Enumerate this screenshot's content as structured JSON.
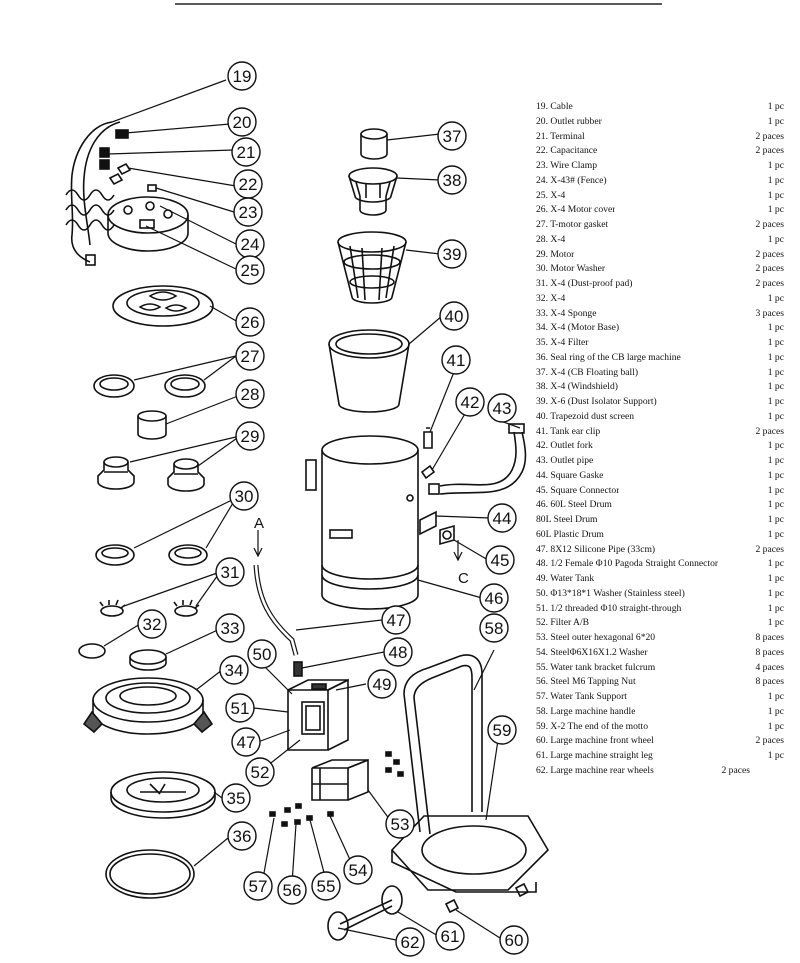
{
  "callouts": [
    "19",
    "20",
    "21",
    "22",
    "23",
    "24",
    "25",
    "26",
    "27",
    "28",
    "29",
    "30",
    "31",
    "32",
    "33",
    "34",
    "35",
    "36",
    "37",
    "38",
    "39",
    "40",
    "41",
    "42",
    "43",
    "44",
    "45",
    "46",
    "47",
    "48",
    "49",
    "50",
    "51",
    "47",
    "52",
    "53",
    "54",
    "55",
    "56",
    "57",
    "58",
    "59",
    "60",
    "61",
    "62"
  ],
  "flow_labels": {
    "a": "A",
    "c": "C"
  },
  "parts": [
    {
      "desc": "19. Cable",
      "qty": "1 pc"
    },
    {
      "desc": "20. Outlet rubber",
      "qty": "1 pc"
    },
    {
      "desc": "21. Terminal",
      "qty": "2 paces"
    },
    {
      "desc": "22. Capacitance",
      "qty": "2 paces"
    },
    {
      "desc": "23. Wire Clamp",
      "qty": "1 pc"
    },
    {
      "desc": "24. X-43# (Fence)",
      "qty": "1 pc"
    },
    {
      "desc": "25. X-4",
      "qty": "1 pc"
    },
    {
      "desc": "26. X-4 Motor cover",
      "qty": "1 pc"
    },
    {
      "desc": "27. T-motor gasket",
      "qty": "2 paces"
    },
    {
      "desc": "28. X-4",
      "qty": "1 pc"
    },
    {
      "desc": "29. Motor",
      "qty": "2 paces"
    },
    {
      "desc": "30. Motor Washer",
      "qty": "2 paces"
    },
    {
      "desc": "31. X-4 (Dust-proof pad)",
      "qty": "2 paces"
    },
    {
      "desc": "32. X-4",
      "qty": "1 pc"
    },
    {
      "desc": "33. X-4 Sponge",
      "qty": "3 paces"
    },
    {
      "desc": "34. X-4 (Motor Base)",
      "qty": "1 pc"
    },
    {
      "desc": "35. X-4 Filter",
      "qty": "1 pc"
    },
    {
      "desc": "36. Seal ring of the CB large machine",
      "qty": "1 pc"
    },
    {
      "desc": "37. X-4 (CB Floating ball)",
      "qty": "1 pc"
    },
    {
      "desc": "38. X-4 (Windshield)",
      "qty": "1 pc"
    },
    {
      "desc": "39. X-6 (Dust Isolator Support)",
      "qty": "1 pc"
    },
    {
      "desc": "40. Trapezoid dust screen",
      "qty": "1 pc"
    },
    {
      "desc": "41. Tank ear clip",
      "qty": "2 paces"
    },
    {
      "desc": "42. Outlet fork",
      "qty": "1 pc"
    },
    {
      "desc": "43. Outlet pipe",
      "qty": "1 pc"
    },
    {
      "desc": "44. Square Gaske",
      "qty": "1 pc"
    },
    {
      "desc": "45. Square Connector",
      "qty": "1 pc"
    },
    {
      "desc": "46. 60L Steel Drum",
      "qty": "1 pc"
    },
    {
      "desc": "80L Steel Drum",
      "qty": "1 pc"
    },
    {
      "desc": "60L Plastic Drum",
      "qty": "1 pc"
    },
    {
      "desc": "47. 8X12 Silicone Pipe (33cm)",
      "qty": "2 paces"
    },
    {
      "desc": "48. 1/2 Female Φ10 Pagoda Straight Connector",
      "qty": "1 pc"
    },
    {
      "desc": "49. Water Tank",
      "qty": "1 pc"
    },
    {
      "desc": "50. Φ13*18*1 Washer (Stainless steel)",
      "qty": "1 pc"
    },
    {
      "desc": "51. 1/2 threaded Φ10 straight-through",
      "qty": "1 pc"
    },
    {
      "desc": "52. Filter A/B",
      "qty": "1 pc"
    },
    {
      "desc": "53. Steel outer hexagonal 6*20",
      "qty": "8 paces"
    },
    {
      "desc": "54. SteelΦ6X16X1.2 Washer",
      "qty": "8 paces"
    },
    {
      "desc": "55. Water tank bracket fulcrum",
      "qty": "4 paces"
    },
    {
      "desc": "56. Steel M6 Tapping Nut",
      "qty": "8 paces"
    },
    {
      "desc": "57. Water Tank Support",
      "qty": "1 pc"
    },
    {
      "desc": "58. Large machine handle",
      "qty": "1 pc"
    },
    {
      "desc": "59. X-2 The end of the motto",
      "qty": "1 pc"
    },
    {
      "desc": "60. Large machine front wheel",
      "qty": "2 paces"
    },
    {
      "desc": "61. Large machine straight leg",
      "qty": "1 pc"
    },
    {
      "desc": "62. Large machine rear wheels",
      "qty": "2 paces"
    }
  ]
}
